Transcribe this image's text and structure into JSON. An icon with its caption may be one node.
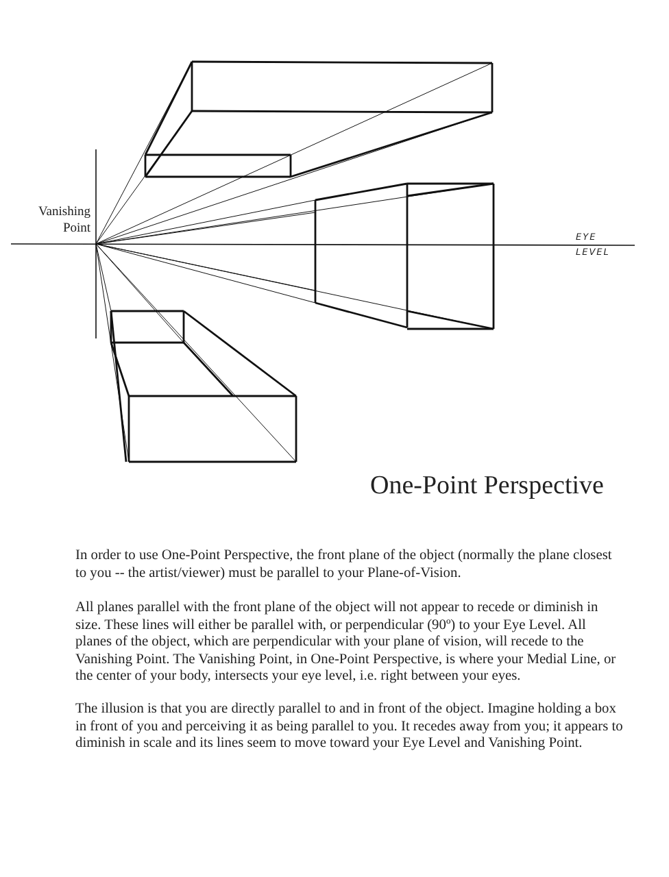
{
  "diagram": {
    "title": "One-Point Perspective",
    "labels": [
      "Vanishing Point",
      "EYE LEVEL",
      "In order to use One-Point Perspective, the front plane of the object (normally the plane closest to you -- the artist/viewer) must be parallel to your Plane-of-Vision.",
      "All planes parallel with the front plane of the object will not appear to recede or diminish in size. These lines will either be parallel with, or perpendicular (90º) to your Eye Level. All planes of the object, which are perpendicular with your plane of vision, will recede to the Vanishing Point. The Vanishing Point, in One-Point Perspective, is where your Medial Line, or the center of your body, intersects your eye level, i.e. right between your eyes.",
      "The illusion is that you are directly parallel to and in front of the object. Imagine holding a box in front of you and perceiving it as being parallel to you. It recedes away from you; it appears to diminish in scale and its lines seem to move toward your Eye Level and Vanishing Point."
    ]
  }
}
